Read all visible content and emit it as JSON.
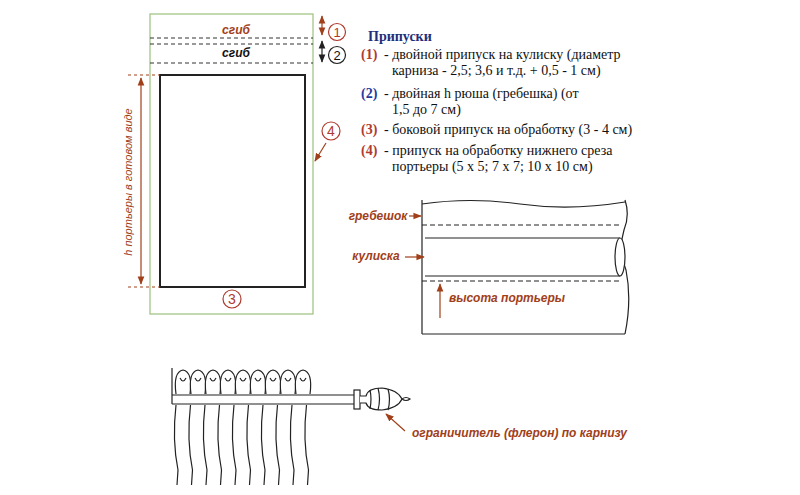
{
  "diagram": {
    "title": "Припуски",
    "labels": [
      "сгиб",
      "сгиб",
      "1",
      "2",
      "4",
      "3",
      "h портьеры в готовом виде",
      "(1)",
      "- двойной припуск на кулиску (диаметр карниза - 2,5; 3,6 и т.д. + 0,5 - 1 см)",
      "(2)",
      "- двойная h рюша (гребешка) (от 1,5 до 7 см)",
      "(3)",
      "- боковой припуск на обработку (3 - 4 см)",
      "(4)",
      "- припуск на обработку нижнего среза портьеры (5 х 5; 7 х 7; 10 х 10 см)",
      "гребешок",
      "кулиска",
      "высота портьеры",
      "ограничитель (флерон) по карнизу"
    ]
  }
}
